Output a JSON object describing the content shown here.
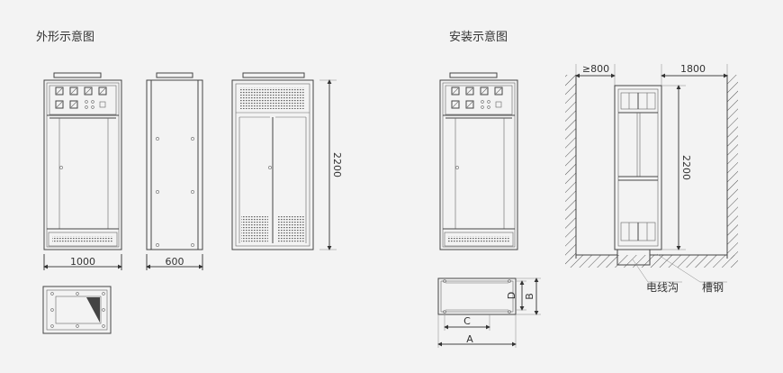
{
  "titles": {
    "appearance": "外形示意图",
    "installation": "安装示意图"
  },
  "dimensions": {
    "width_front": "1000",
    "depth_side": "600",
    "height_back": "2200",
    "clearance_front": "≥800",
    "clearance_rear": "1800",
    "height_install": "2200",
    "dim_a": "A",
    "dim_b": "B",
    "dim_c": "C",
    "dim_d": "D"
  },
  "labels": {
    "cable_trench": "电线沟",
    "channel_steel": "槽钢"
  },
  "colors": {
    "line": "#444444",
    "background": "#f3f3f3"
  }
}
